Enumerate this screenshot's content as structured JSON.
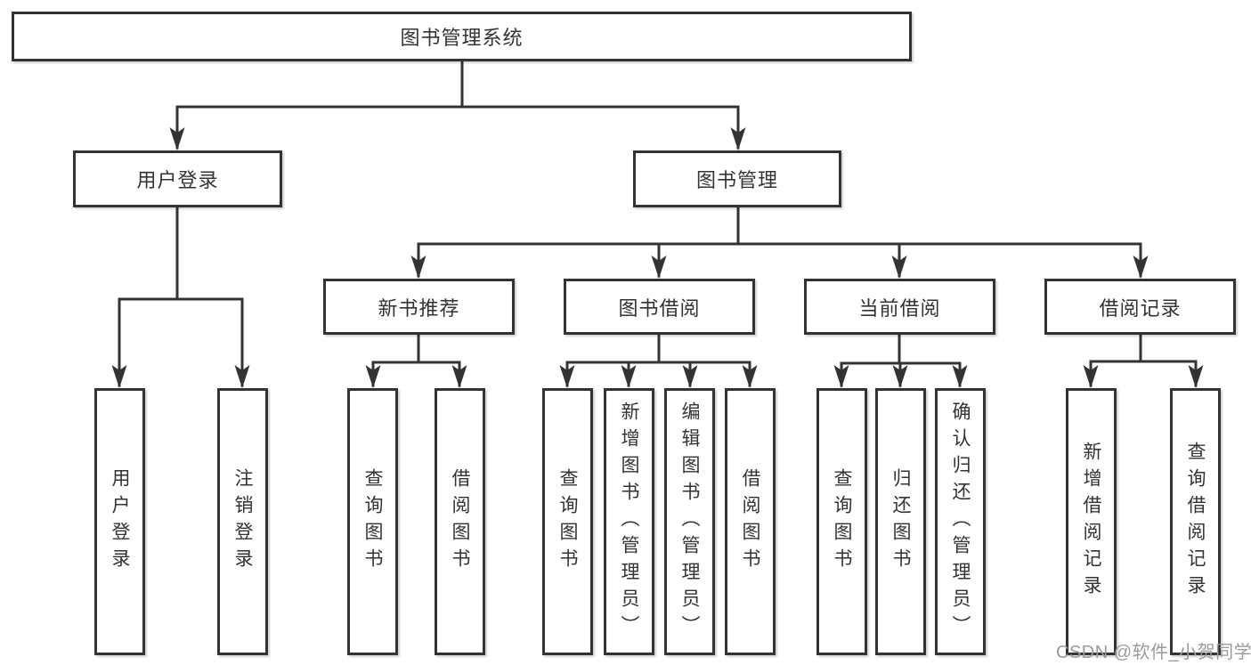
{
  "diagram": {
    "background_color": "#ffffff",
    "line_color": "#333333",
    "box_border_color": "#333333",
    "text_color": "#333333",
    "watermark_color": "#9b9b9b",
    "watermark": "CSDN @软件_小贺同学",
    "root": {
      "label": "图书管理系统"
    },
    "level2": {
      "user_login": "用户登录",
      "book_mgmt": "图书管理"
    },
    "level3": {
      "new_book_rec": "新书推荐",
      "book_borrow": "图书借阅",
      "current_borrow": "当前借阅",
      "borrow_record": "借阅记录"
    },
    "leaves": {
      "user_login": "用户登录",
      "logout": "注销登录",
      "query_book_1": "查询图书",
      "borrow_book_1": "借阅图书",
      "query_book_2": "查询图书",
      "add_book_admin": "新增图书（管理员）",
      "edit_book_admin": "编辑图书（管理员）",
      "borrow_book_2": "借阅图书",
      "query_book_3": "查询图书",
      "return_book": "归还图书",
      "confirm_return_admin": "确认归还（管理员）",
      "add_borrow_record": "新增借阅记录",
      "query_borrow_record": "查询借阅记录"
    }
  }
}
